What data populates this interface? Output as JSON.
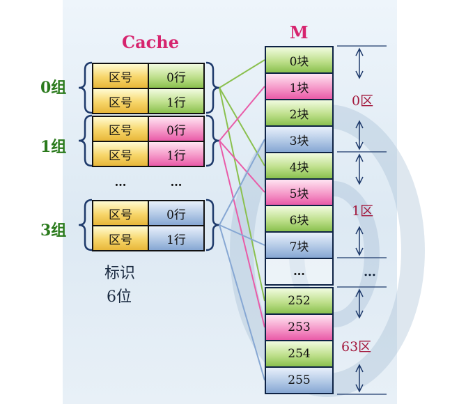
{
  "cache": {
    "title": "Cache",
    "groups": [
      {
        "label": "0组",
        "rows": [
          {
            "tag": "区号",
            "line": "0行"
          },
          {
            "tag": "区号",
            "line": "1行"
          }
        ]
      },
      {
        "label": "1组",
        "rows": [
          {
            "tag": "区号",
            "line": "0行"
          },
          {
            "tag": "区号",
            "line": "1行"
          }
        ]
      },
      {
        "label": "3组",
        "rows": [
          {
            "tag": "区号",
            "line": "0行"
          },
          {
            "tag": "区号",
            "line": "1行"
          }
        ]
      }
    ],
    "ellipsis": "…",
    "tag_caption_line1": "标识",
    "tag_caption_line2": "6位"
  },
  "memory": {
    "title": "M",
    "blocks": [
      "0块",
      "1块",
      "2块",
      "3块",
      "4块",
      "5块",
      "6块",
      "7块",
      "…",
      "252",
      "253",
      "254",
      "255"
    ],
    "zones": [
      "0区",
      "1区",
      "63区"
    ],
    "zone_ellipsis": "…"
  },
  "colors": {
    "group0": "#8ac04e",
    "group1": "#e95ba8",
    "group3": "#86a7d3",
    "tag": "#f7d66a",
    "title_cache": "#d6246e",
    "group_label": "#2a7a1c",
    "zone_label": "#a3183c"
  }
}
